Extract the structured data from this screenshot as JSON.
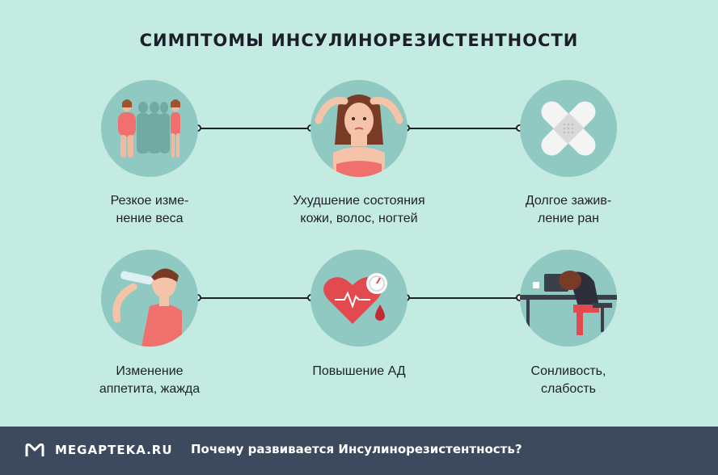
{
  "title": "СИМПТОМЫ ИНСУЛИНОРЕЗИСТЕНТНОСТИ",
  "symptoms": [
    {
      "line1": "Резкое изме-",
      "line2": "нение веса",
      "icon": "weight-change-icon"
    },
    {
      "line1": "Ухудшение состояния",
      "line2": "кожи, волос, ногтей",
      "icon": "hair-skin-icon"
    },
    {
      "line1": "Долгое зажив-",
      "line2": "ление ран",
      "icon": "bandage-icon"
    },
    {
      "line1": "Изменение",
      "line2": "аппетита, жажда",
      "icon": "drinking-water-icon"
    },
    {
      "line1": "Повышение АД",
      "line2": "",
      "icon": "blood-pressure-icon"
    },
    {
      "line1": "Сонливость,",
      "line2": "слабость",
      "icon": "sleepy-person-icon"
    }
  ],
  "footer": {
    "brand": "MEGAPTEKA.RU",
    "question": "Почему развивается Инсулинорезистентность?"
  },
  "colors": {
    "background": "#c3ebe2",
    "circle": "#8fc9c1",
    "footer": "#3d4a5e",
    "accent": "#e9525e"
  }
}
